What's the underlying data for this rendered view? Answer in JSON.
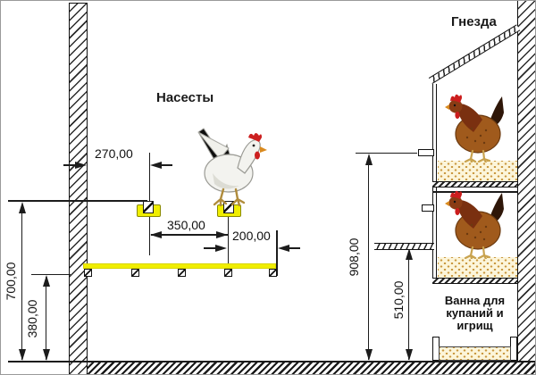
{
  "diagram": {
    "labels": {
      "perches_title": "Насесты",
      "nests_title": "Гнезда",
      "bath_line1": "Ванна для",
      "bath_line2": "купаний и",
      "bath_line3": "игрищ"
    },
    "dimensions": {
      "wall_to_perch": "270,00",
      "perch_spacing": "350,00",
      "perch_to_board_edge": "200,00",
      "perch_height": "700,00",
      "board_height": "380,00",
      "upper_nest_height": "908,00",
      "lower_nest_height": "510,00"
    },
    "colors": {
      "line": "#1c1c1c",
      "perch_yellow": "#f0ee00",
      "bedding_fill": "#fcf5da",
      "bedding_dot": "#c8963c",
      "hen_brown": "#a05a1c",
      "comb_red": "#cc1d1d"
    }
  }
}
